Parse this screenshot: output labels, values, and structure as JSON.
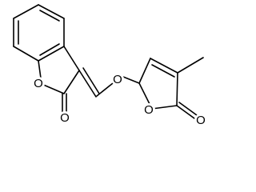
{
  "molecule": {
    "atoms": {
      "ring_oxygen_left": "O",
      "carbonyl_oxygen_left": "O",
      "ether_oxygen": "O",
      "ring_oxygen_right": "O",
      "carbonyl_oxygen_right": "O"
    },
    "colors": {
      "bond": "#000000",
      "label": "#000000",
      "background": "#ffffff"
    }
  }
}
